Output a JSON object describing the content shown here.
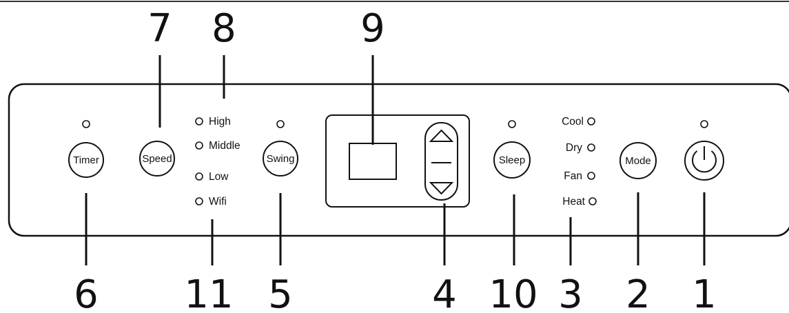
{
  "buttons": {
    "timer": "Timer",
    "speed": "Speed",
    "swing": "Swing",
    "sleep": "Sleep",
    "mode": "Mode"
  },
  "speed_indicators": [
    "High",
    "Middle",
    "Low",
    "Wifi"
  ],
  "mode_indicators": [
    "Cool",
    "Dry",
    "Fan",
    "Heat"
  ],
  "callouts": {
    "c1": "1",
    "c2": "2",
    "c3": "3",
    "c4": "4",
    "c5": "5",
    "c6": "6",
    "c7": "7",
    "c8": "8",
    "c9": "9",
    "c10": "10",
    "c11": "11"
  },
  "icons": {
    "power": "power-icon",
    "up": "triangle-up-icon",
    "down": "triangle-down-icon"
  }
}
